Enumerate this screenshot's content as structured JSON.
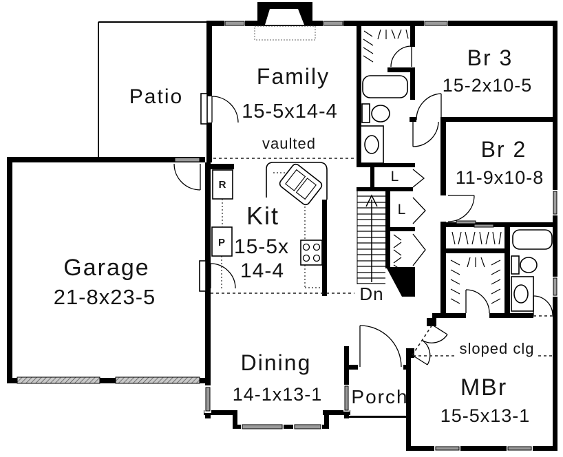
{
  "title": "One-story house floor plan",
  "colors": {
    "wall": "#000000",
    "background": "#ffffff",
    "window_fill": "#9a9a9a"
  },
  "rooms": {
    "patio": {
      "label": "Patio"
    },
    "family": {
      "label": "Family",
      "dims": "15-5x14-4",
      "note": "vaulted"
    },
    "br3": {
      "label": "Br 3",
      "dims": "15-2x10-5"
    },
    "br2": {
      "label": "Br 2",
      "dims": "11-9x10-8"
    },
    "garage": {
      "label": "Garage",
      "dims": "21-8x23-5"
    },
    "kitchen": {
      "label": "Kit",
      "dims_line1": "15-5x",
      "dims_line2": "14-4"
    },
    "dining": {
      "label": "Dining",
      "dims": "14-1x13-1"
    },
    "porch": {
      "label": "Porch"
    },
    "mbr": {
      "label": "MBr",
      "dims": "15-5x13-1",
      "note": "sloped clg"
    }
  },
  "labels": {
    "stairs_down": "Dn",
    "linen_closet_1": "L",
    "linen_closet_2": "L",
    "refrigerator": "R",
    "pantry": "P"
  }
}
